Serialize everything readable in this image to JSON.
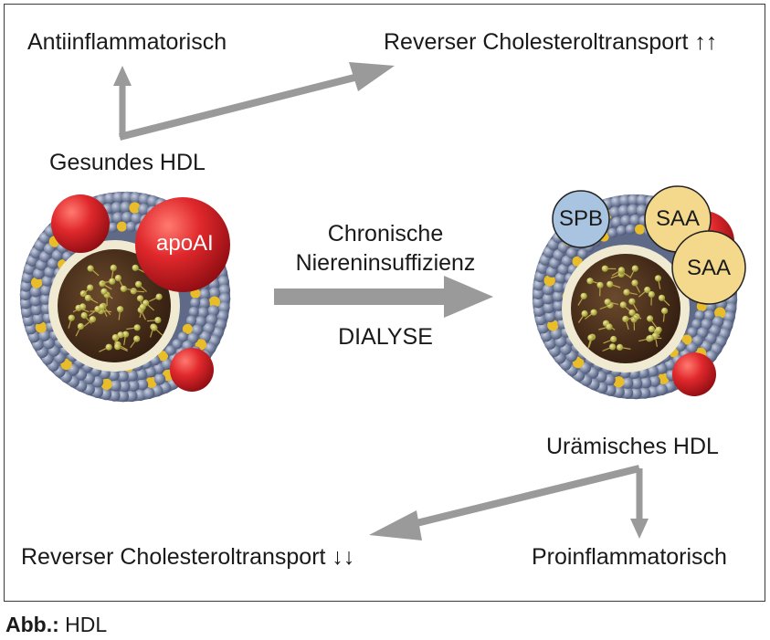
{
  "healthy": {
    "title": "Gesundes HDL",
    "protein_label": "apoAI",
    "effect_top": "Antiinflammatorisch",
    "effect_right": "Reverser Cholesteroltransport ↑↑"
  },
  "transition": {
    "line1": "Chronische",
    "line2": "Niereninsuffizienz",
    "line3": "DIALYSE"
  },
  "uremic": {
    "title": "Urämisches HDL",
    "protein_spb": "SPB",
    "protein_saa_1": "SAA",
    "protein_saa_2": "SAA",
    "effect_left": "Reverser Cholesteroltransport ↓↓",
    "effect_bottom": "Proinflammatorisch"
  },
  "caption": {
    "prefix": "Abb.:",
    "text": "HDL"
  },
  "colors": {
    "arrow": "#9a9a9a",
    "apo_red": "#d8262c",
    "phospholipid_head": "#7e8aa6",
    "phospholipid_yellow": "#e9bd2a",
    "core": "#4a2f1c",
    "spb_blue": "#a9c4e0",
    "saa_yellow": "#f4d98d"
  }
}
